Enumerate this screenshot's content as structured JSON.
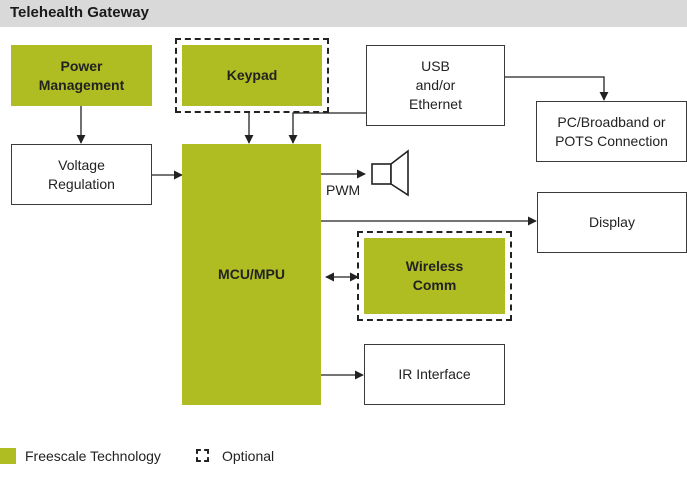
{
  "header": {
    "title": "Telehealth Gateway"
  },
  "blocks": {
    "power_management": "Power\nManagement",
    "keypad": "Keypad",
    "usb_ethernet": "USB\nand/or\nEthernet",
    "pc_broadband": "PC/Broadband or\nPOTS Connection",
    "voltage_regulation": "Voltage\nRegulation",
    "mcu_mpu": "MCU/MPU",
    "display": "Display",
    "wireless_comm": "Wireless\nComm",
    "ir_interface": "IR Interface"
  },
  "labels": {
    "pwm": "PWM"
  },
  "legend": {
    "freescale": "Freescale Technology",
    "optional": "Optional"
  },
  "colors": {
    "freescale_green": "#afbd22",
    "header_gray": "#d9d9d9",
    "line": "#222222"
  }
}
